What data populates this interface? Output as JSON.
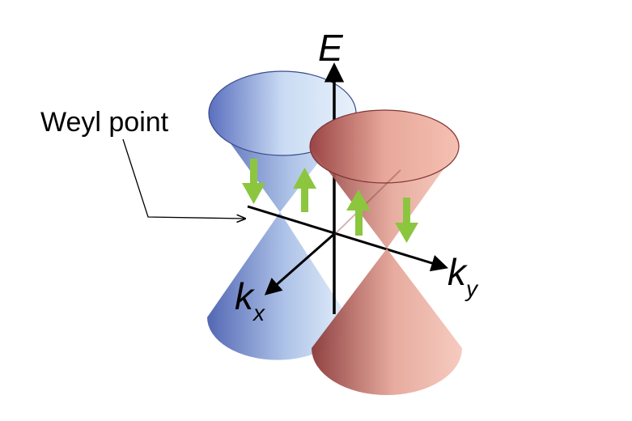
{
  "labels": {
    "energy_axis": "E",
    "kx_axis": {
      "base": "k",
      "sub": "x"
    },
    "ky_axis": {
      "base": "k",
      "sub": "y"
    },
    "weyl_point": "Weyl point"
  },
  "colors": {
    "blue_cone_dark": "#4a5fb0",
    "blue_cone_light": "#d8e8f8",
    "red_cone_dark": "#8a3838",
    "red_cone_light": "#f6c2b6",
    "spin_arrow": "#8cc63f",
    "axis": "#000000"
  },
  "spin_arrows": {
    "blue_cone": [
      "down",
      "up"
    ],
    "red_cone": [
      "up",
      "down"
    ]
  }
}
